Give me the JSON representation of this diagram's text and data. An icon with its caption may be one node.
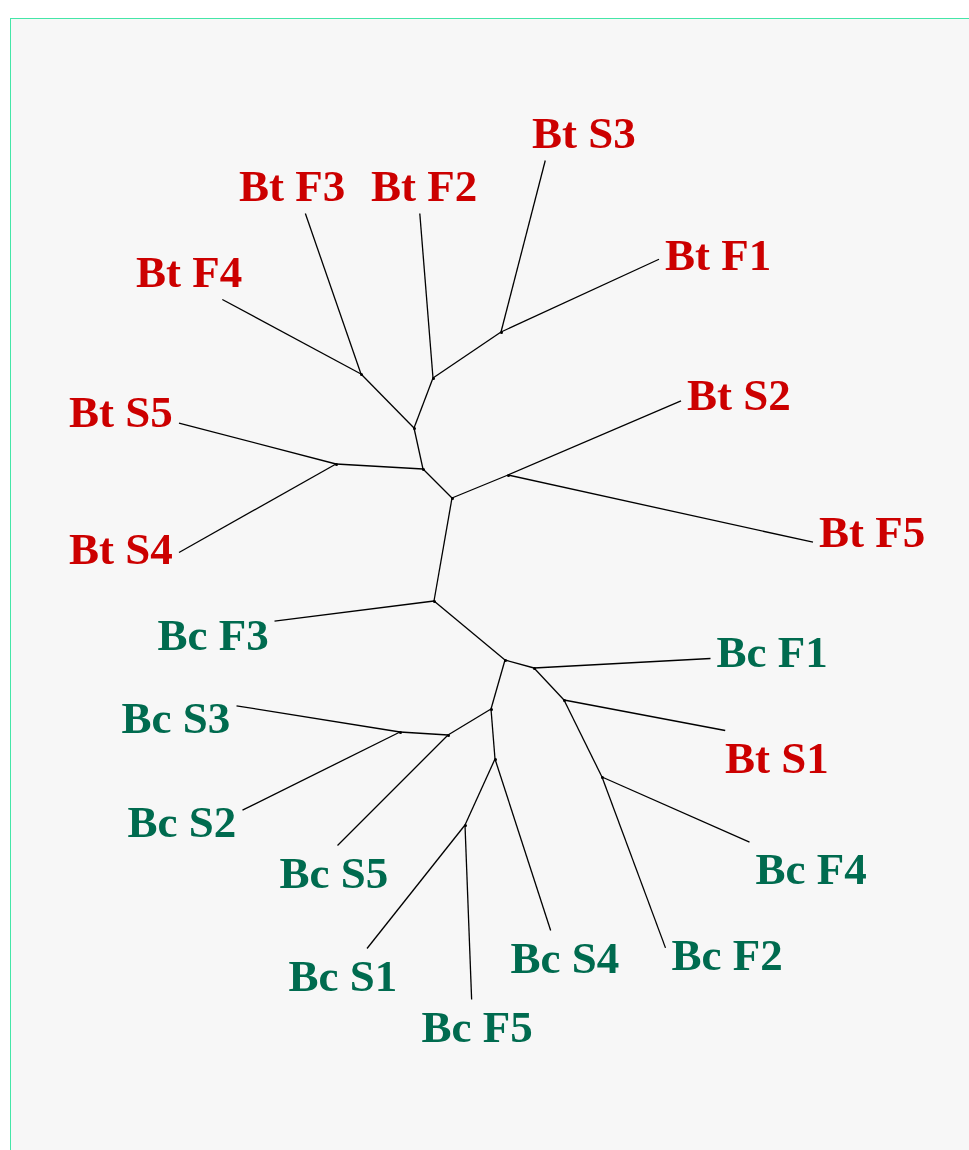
{
  "diagram": {
    "nodes": [
      {
        "text": [
          "Bt S3"
        ]
      },
      {
        "text": [
          "Bt F3"
        ]
      },
      {
        "text": [
          "Bt F2"
        ]
      },
      {
        "text": [
          "Bt F1"
        ]
      },
      {
        "text": [
          "Bt F4"
        ]
      },
      {
        "text": [
          "Bt S2"
        ]
      },
      {
        "text": [
          "Bt S5"
        ]
      },
      {
        "text": [
          "Bt F5"
        ]
      },
      {
        "text": [
          "Bt S4"
        ]
      },
      {
        "text": [
          "Bc F3"
        ]
      },
      {
        "text": [
          "Bc F1"
        ]
      },
      {
        "text": [
          "Bc S3"
        ]
      },
      {
        "text": [
          "Bt S1"
        ]
      },
      {
        "text": [
          "Bc S2"
        ]
      },
      {
        "text": [
          "Bc F4"
        ]
      },
      {
        "text": [
          "Bc S5"
        ]
      },
      {
        "text": [
          "Bc F2"
        ]
      },
      {
        "text": [
          "Bc S4"
        ]
      },
      {
        "text": [
          "Bc S1"
        ]
      },
      {
        "text": [
          "Bc F5"
        ]
      },
      {
        "text": [],
        "shape": "point"
      },
      {
        "text": [],
        "shape": "point"
      },
      {
        "text": [],
        "shape": "point"
      },
      {
        "text": [],
        "shape": "point"
      },
      {
        "text": [],
        "shape": "point"
      },
      {
        "text": [],
        "shape": "point"
      },
      {
        "text": [],
        "shape": "point"
      },
      {
        "text": [],
        "shape": "point"
      },
      {
        "text": [],
        "shape": "point"
      },
      {
        "text": [],
        "shape": "point"
      },
      {
        "text": [],
        "shape": "point"
      },
      {
        "text": [],
        "shape": "point"
      },
      {
        "text": [],
        "shape": "point"
      },
      {
        "text": [],
        "shape": "point"
      },
      {
        "text": [],
        "shape": "point"
      },
      {
        "text": [],
        "shape": "point"
      },
      {
        "text": [],
        "shape": "point"
      },
      {
        "text": [],
        "shape": "point"
      }
    ],
    "edges": [
      {
        "from": 28,
        "to": 9,
        "arrow": "none"
      },
      {
        "from": 28,
        "to": 27,
        "arrow": "none"
      },
      {
        "from": 28,
        "to": 29,
        "arrow": "none"
      },
      {
        "from": 27,
        "to": 25,
        "arrow": "none"
      },
      {
        "from": 27,
        "to": 26,
        "arrow": "none"
      },
      {
        "from": 26,
        "to": 5,
        "arrow": "none"
      },
      {
        "from": 26,
        "to": 7,
        "arrow": "none"
      },
      {
        "from": 25,
        "to": 23,
        "arrow": "none"
      },
      {
        "from": 25,
        "to": 24,
        "arrow": "none"
      },
      {
        "from": 24,
        "to": 6,
        "arrow": "none"
      },
      {
        "from": 24,
        "to": 8,
        "arrow": "none"
      },
      {
        "from": 23,
        "to": 21,
        "arrow": "none"
      },
      {
        "from": 23,
        "to": 22,
        "arrow": "none"
      },
      {
        "from": 21,
        "to": 4,
        "arrow": "none"
      },
      {
        "from": 21,
        "to": 1,
        "arrow": "none"
      },
      {
        "from": 22,
        "to": 2,
        "arrow": "none"
      },
      {
        "from": 22,
        "to": 20,
        "arrow": "none"
      },
      {
        "from": 20,
        "to": 0,
        "arrow": "none"
      },
      {
        "from": 20,
        "to": 3,
        "arrow": "none"
      },
      {
        "from": 29,
        "to": 30,
        "arrow": "none"
      },
      {
        "from": 29,
        "to": 32,
        "arrow": "none"
      },
      {
        "from": 30,
        "to": 10,
        "arrow": "none"
      },
      {
        "from": 30,
        "to": 31,
        "arrow": "none"
      },
      {
        "from": 31,
        "to": 12,
        "arrow": "none"
      },
      {
        "from": 31,
        "to": 36,
        "arrow": "none"
      },
      {
        "from": 36,
        "to": 14,
        "arrow": "none"
      },
      {
        "from": 36,
        "to": 16,
        "arrow": "none"
      },
      {
        "from": 32,
        "to": 34,
        "arrow": "none"
      },
      {
        "from": 32,
        "to": 35,
        "arrow": "none"
      },
      {
        "from": 34,
        "to": 33,
        "arrow": "none"
      },
      {
        "from": 34,
        "to": 15,
        "arrow": "none"
      },
      {
        "from": 33,
        "to": 11,
        "arrow": "none"
      },
      {
        "from": 33,
        "to": 13,
        "arrow": "none"
      },
      {
        "from": 35,
        "to": 37,
        "arrow": "none"
      },
      {
        "from": 35,
        "to": 17,
        "arrow": "none"
      },
      {
        "from": 37,
        "to": 18,
        "arrow": "none"
      },
      {
        "from": 37,
        "to": 19,
        "arrow": "none"
      }
    ]
  }
}
